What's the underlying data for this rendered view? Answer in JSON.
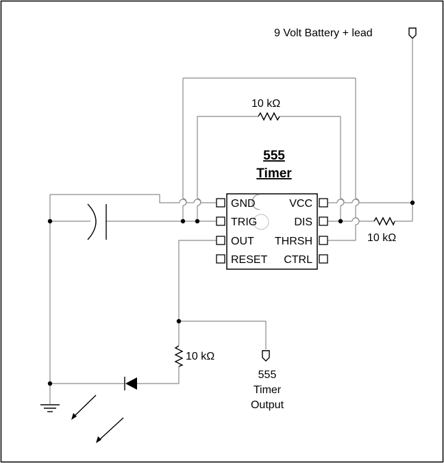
{
  "battery_label": "9 Volt Battery + lead",
  "timer": {
    "title_line1": "555",
    "title_line2": "Timer",
    "pins_left": [
      "GND",
      "TRIG",
      "OUT",
      "RESET"
    ],
    "pins_right": [
      "VCC",
      "DIS",
      "THRSH",
      "CTRL"
    ]
  },
  "resistors": {
    "top": "10 kΩ",
    "right": "10 kΩ",
    "output": "10 kΩ"
  },
  "output_label": {
    "line1": "555",
    "line2": "Timer",
    "line3": "Output"
  }
}
